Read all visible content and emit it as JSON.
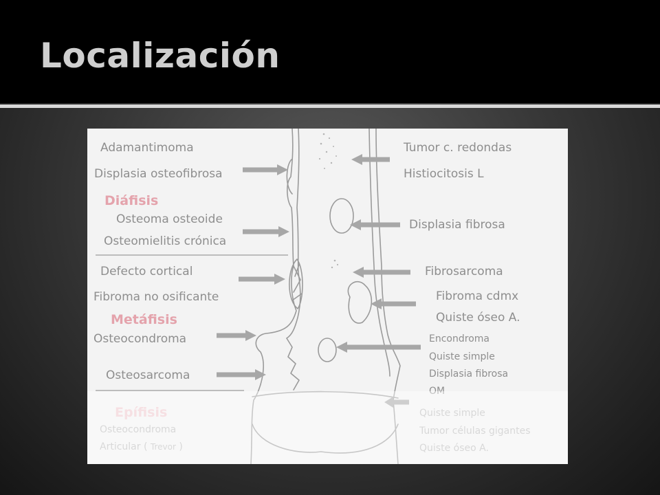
{
  "slide": {
    "title": "Localización"
  },
  "regions": {
    "diaphysis": "Diáfisis",
    "metaphysis": "Metáfisis",
    "epiphysis": "Epífisis"
  },
  "left_labels": {
    "adamantinoma": "Adamantimoma",
    "osteofibrous_dysplasia": "Displasia osteofibrosa",
    "osteoid_osteoma": "Osteoma osteoide",
    "chronic_osteomyelitis": "Osteomielitis crónica",
    "cortical_defect": "Defecto cortical",
    "non_ossifying_fibroma": "Fibroma no osificante",
    "osteochondroma": "Osteocondroma",
    "osteosarcoma": "Osteosarcoma",
    "epi_osteochondroma": "Osteocondroma",
    "articular_prefix": "Articular (",
    "articular_trevor": "Trevor",
    "articular_suffix": ")"
  },
  "right_labels": {
    "round_cell_tumor": "Tumor c. redondas",
    "histiocytosis": "Histiocitosis L",
    "fibrous_dysplasia": "Displasia fibrosa",
    "fibrosarcoma": "Fibrosarcoma",
    "fibroma_cdmx": "Fibroma  cdmx",
    "bone_cyst": "Quiste óseo A.",
    "metaphysis_list": [
      "Encondroma",
      "Quiste simple",
      "Displasia fibrosa",
      "OM"
    ],
    "epiphysis_list": [
      "Quiste  simple",
      "Tumor células gigantes",
      "Quiste óseo A."
    ]
  }
}
